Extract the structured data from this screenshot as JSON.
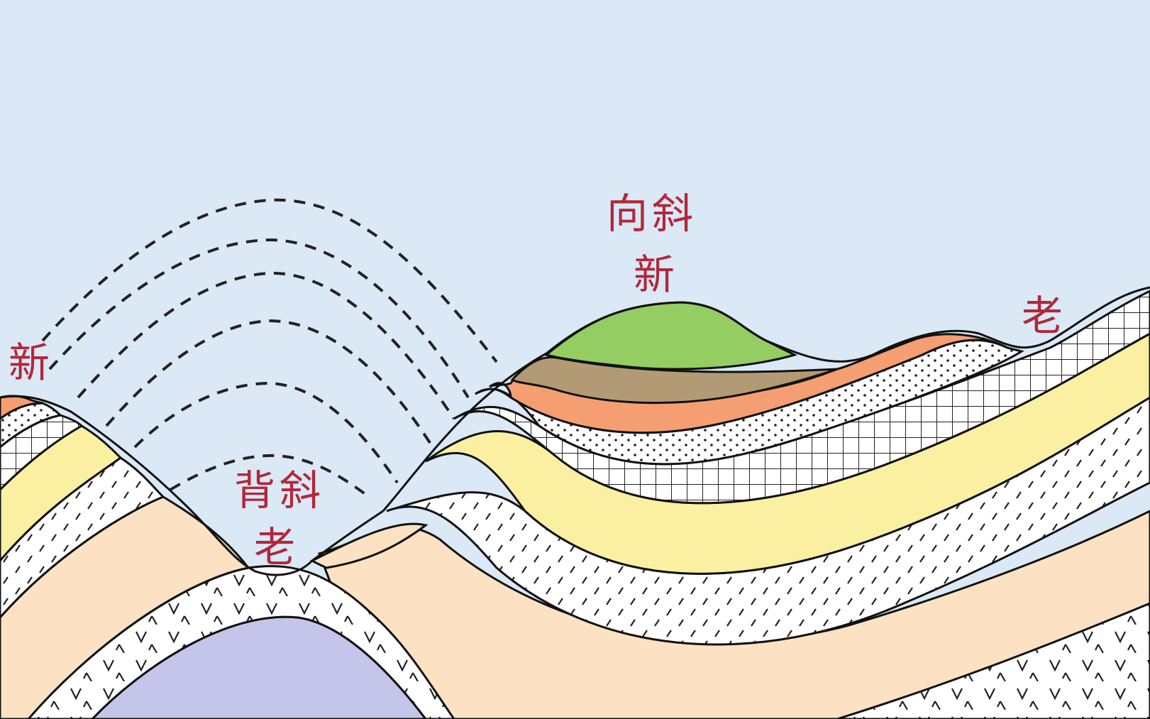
{
  "labels": {
    "syncline": "向斜",
    "syncline_new": "新",
    "left_new": "新",
    "right_old": "老",
    "anticline": "背斜",
    "anticline_old": "老"
  },
  "colors": {
    "sky": "#dbe8f6",
    "label": "#b0283a",
    "green_layer": "#94cd62",
    "brown_layer": "#b29a74",
    "orange_layer": "#f59e72",
    "dotted_layer": "#ffffff",
    "grid_layer": "#ffffff",
    "yellow_layer": "#fbf0a2",
    "dash_layer": "#ffffff",
    "peach_layer": "#fde1c3",
    "v_layer": "#ffffff",
    "core_layer": "#c4c5ea"
  }
}
